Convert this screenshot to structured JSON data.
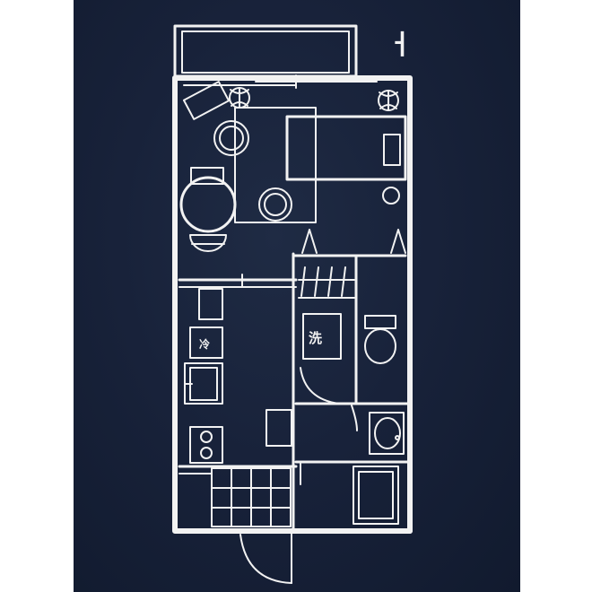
{
  "plan": {
    "north_marker": "ㅓ",
    "labels": {
      "reizouko": "冷",
      "sentakuki": "洗"
    }
  },
  "colors": {
    "background": "#18223a",
    "ink": "#f2f2f2"
  }
}
